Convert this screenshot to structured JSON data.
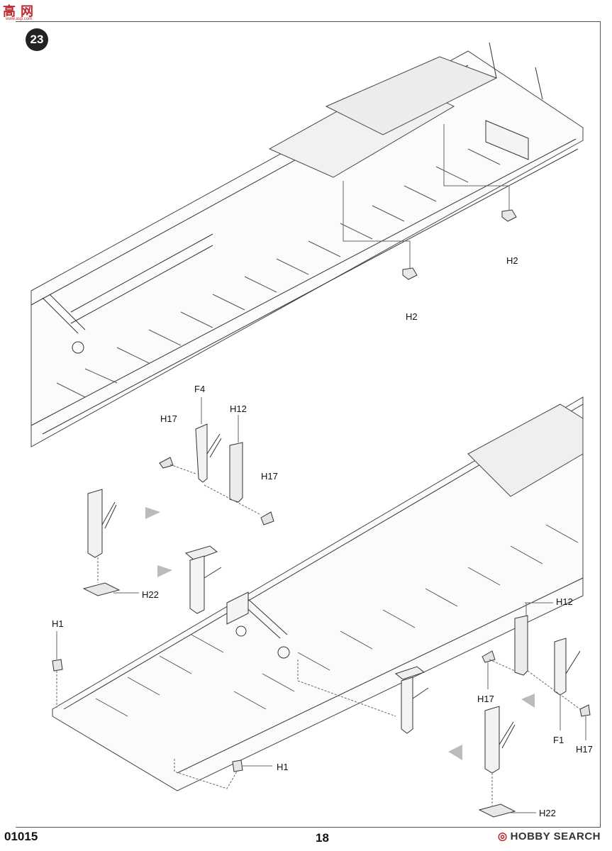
{
  "watermark": {
    "logo_text": "高 网",
    "url_text": "www.asp.com"
  },
  "step_number": "23",
  "footer": {
    "product_code": "01015",
    "page_number": "18",
    "brand": "HOBBY SEARCH"
  },
  "callouts": {
    "h2_upper": "H2",
    "h2_lower": "H2",
    "f4": "F4",
    "h12_left": "H12",
    "h17_left_top": "H17",
    "h17_left_bottom": "H17",
    "h22_left": "H22",
    "h1_left": "H1",
    "h1_bottom": "H1",
    "h12_right": "H12",
    "h17_right_left": "H17",
    "f1": "F1",
    "h17_right_bottom": "H17",
    "h22_right": "H22"
  }
}
